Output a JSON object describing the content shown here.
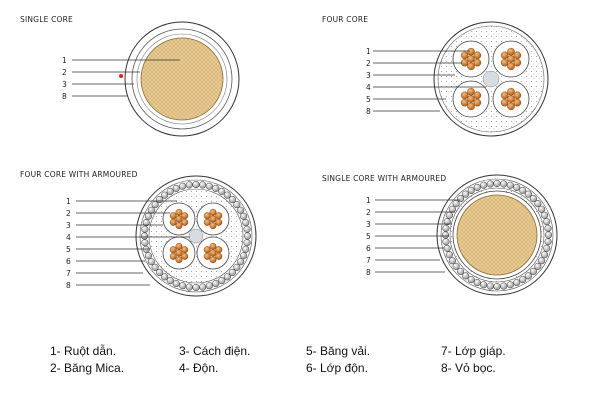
{
  "diagrams": [
    {
      "title": "SINGLE CORE",
      "labels": [
        "1",
        "2",
        "3",
        "8"
      ]
    },
    {
      "title": "FOUR CORE",
      "labels": [
        "1",
        "2",
        "3",
        "4",
        "5",
        "8"
      ]
    },
    {
      "title": "FOUR CORE WITH ARMOURED",
      "labels": [
        "1",
        "2",
        "3",
        "4",
        "5",
        "6",
        "7",
        "8"
      ]
    },
    {
      "title": "SINGLE CORE WITH ARMOURED",
      "labels": [
        "1",
        "2",
        "3",
        "5",
        "6",
        "7",
        "8"
      ]
    }
  ],
  "legend": [
    {
      "a": "1- Ruột dẫn.",
      "b": "2- Băng Mica."
    },
    {
      "a": "3- Cách điện.",
      "b": "4- Độn."
    },
    {
      "a": "5- Băng vải.",
      "b": "6- Lớp độn."
    },
    {
      "a": "7- Lớp giáp.",
      "b": "8- Vỏ bọc."
    }
  ],
  "colors": {
    "conductor": "#e7c78d",
    "conductor_strand": "#c9782e",
    "filler": "#d6dce2",
    "line": "#2a2a2a",
    "marker": "#e02020"
  }
}
